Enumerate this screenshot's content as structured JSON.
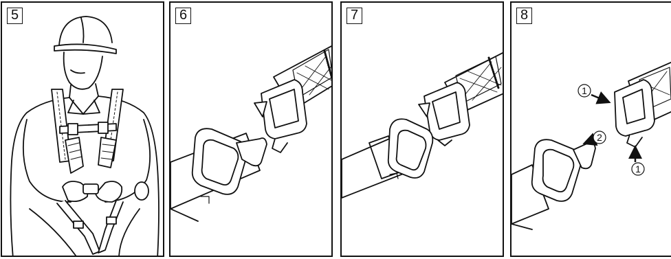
{
  "panels": [
    {
      "step": "5",
      "icon": "worker-fastening-chest-buckle-illustration"
    },
    {
      "step": "6",
      "icon": "buckle-separated-illustration"
    },
    {
      "step": "7",
      "icon": "buckle-connected-illustration"
    },
    {
      "step": "8",
      "icon": "buckle-release-illustration"
    }
  ],
  "callouts": [
    "1",
    "2",
    "1"
  ],
  "colors": {
    "line": "#111111",
    "background": "#ffffff"
  }
}
